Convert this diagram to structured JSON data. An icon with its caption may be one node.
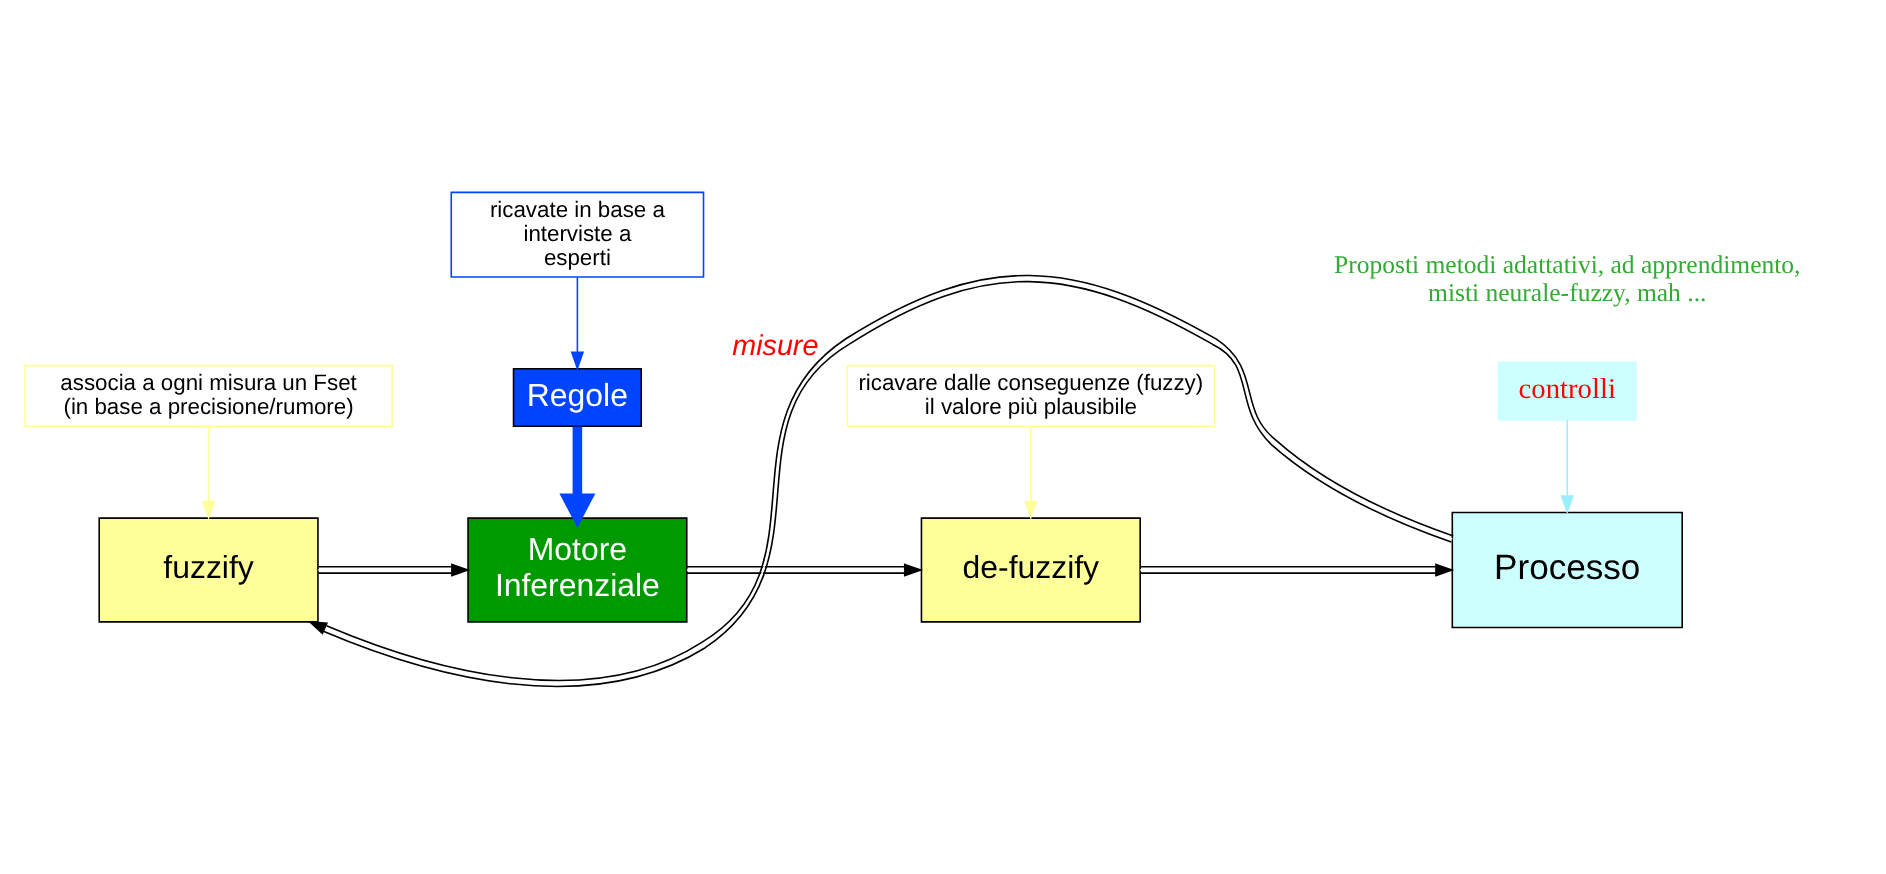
{
  "diagram": {
    "nodes": [
      {
        "text": [
          "ricavate in base a interviste a esperti"
        ]
      },
      {
        "text": [
          "Regole"
        ]
      },
      {
        "text": [
          "fuzzify"
        ]
      },
      {
        "text": [
          "Motore Inferenziale"
        ]
      },
      {
        "text": [
          "de-fuzzify"
        ]
      },
      {
        "text": [
          "Processo"
        ]
      },
      {
        "text": [
          "controlli"
        ]
      },
      {
        "text": [
          "associa a ogni misura un Fset (in base a precisione/rumore)"
        ]
      },
      {
        "text": [
          "ricavare dalle conseguenze (fuzzy) il valore più plausibile"
        ]
      }
    ],
    "edges": [
      {
        "from": 0,
        "to": 1,
        "arrow": "to",
        "color": "#0044ff"
      },
      {
        "from": 1,
        "to": 3,
        "arrow": "to",
        "style": "thick",
        "color": "#0044ff"
      },
      {
        "from": 2,
        "to": 3,
        "arrow": "to"
      },
      {
        "from": 3,
        "to": 4,
        "arrow": "to"
      },
      {
        "from": 4,
        "to": 5,
        "arrow": "to"
      },
      {
        "from": 5,
        "to": 2,
        "arrow": "to",
        "label": "misure"
      },
      {
        "from": 6,
        "to": 5,
        "arrow": "to",
        "color": "#99eeff"
      },
      {
        "from": 7,
        "to": 2,
        "arrow": "to",
        "color": "#ffff99"
      },
      {
        "from": 8,
        "to": 4,
        "arrow": "to",
        "color": "#ffff99"
      }
    ],
    "labels": [
      "Proposti metodi adattativi, ad apprendimento, misti neurale-fuzzy, mah ..."
    ]
  }
}
